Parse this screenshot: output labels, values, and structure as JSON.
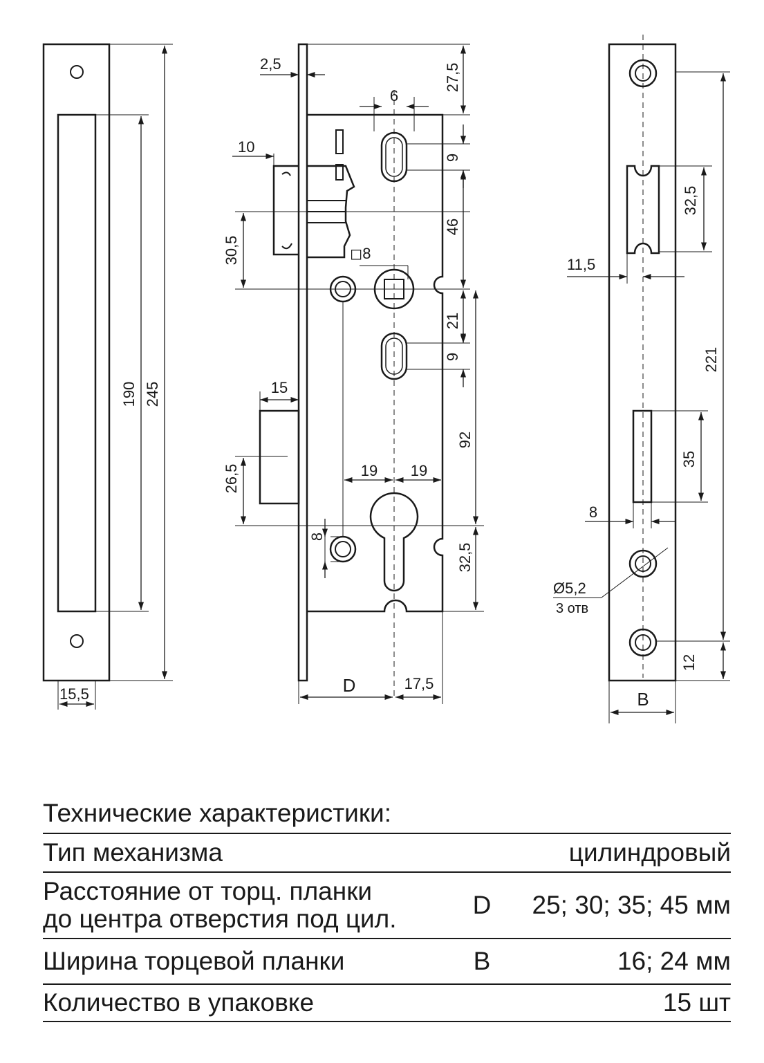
{
  "drawing": {
    "faceplate_dims": {
      "width": "15,5",
      "inner_length": "190",
      "total_length": "245"
    },
    "lock_body_dims": {
      "plate_thickness": "2,5",
      "top_offset": "27,5",
      "slot_width": "6",
      "slot_height_top": "9",
      "latch_projection": "10",
      "latch_to_spindle": "46",
      "latch_center_to_spindle": "30,5",
      "square_spindle": "◻8",
      "spindle_to_slot": "21",
      "slot_height_bottom": "9",
      "deadbolt_projection": "15",
      "spindle_to_cylinder": "92",
      "deadbolt_height": "26,5",
      "hole_offset_left": "19",
      "hole_offset_right": "19",
      "screw_hole": "8",
      "cylinder_to_bottom": "32,5",
      "backset_symbol": "D",
      "body_half_width": "17,5"
    },
    "strike_plate_dims": {
      "latch_opening": "32,5",
      "opening_offset": "11,5",
      "hole_spacing": "221",
      "bolt_opening": "35",
      "bolt_offset": "8",
      "hole_diameter": "Ø5,2",
      "hole_count": "3 отв",
      "edge_offset": "12",
      "width_symbol": "B"
    }
  },
  "specs": {
    "title": "Технические характеристики:",
    "rows": [
      {
        "label_line1": "Тип механизма",
        "label_line2": "",
        "symbol": "",
        "value": "цилиндровый"
      },
      {
        "label_line1": "Расстояние от торц. планки",
        "label_line2": "до центра отверстия под цил.",
        "symbol": "D",
        "value": "25; 30; 35; 45 мм"
      },
      {
        "label_line1": "Ширина торцевой планки",
        "label_line2": "",
        "symbol": "B",
        "value": "16; 24 мм"
      },
      {
        "label_line1": "Количество в упаковке",
        "label_line2": "",
        "symbol": "",
        "value": "15 шт"
      }
    ]
  }
}
